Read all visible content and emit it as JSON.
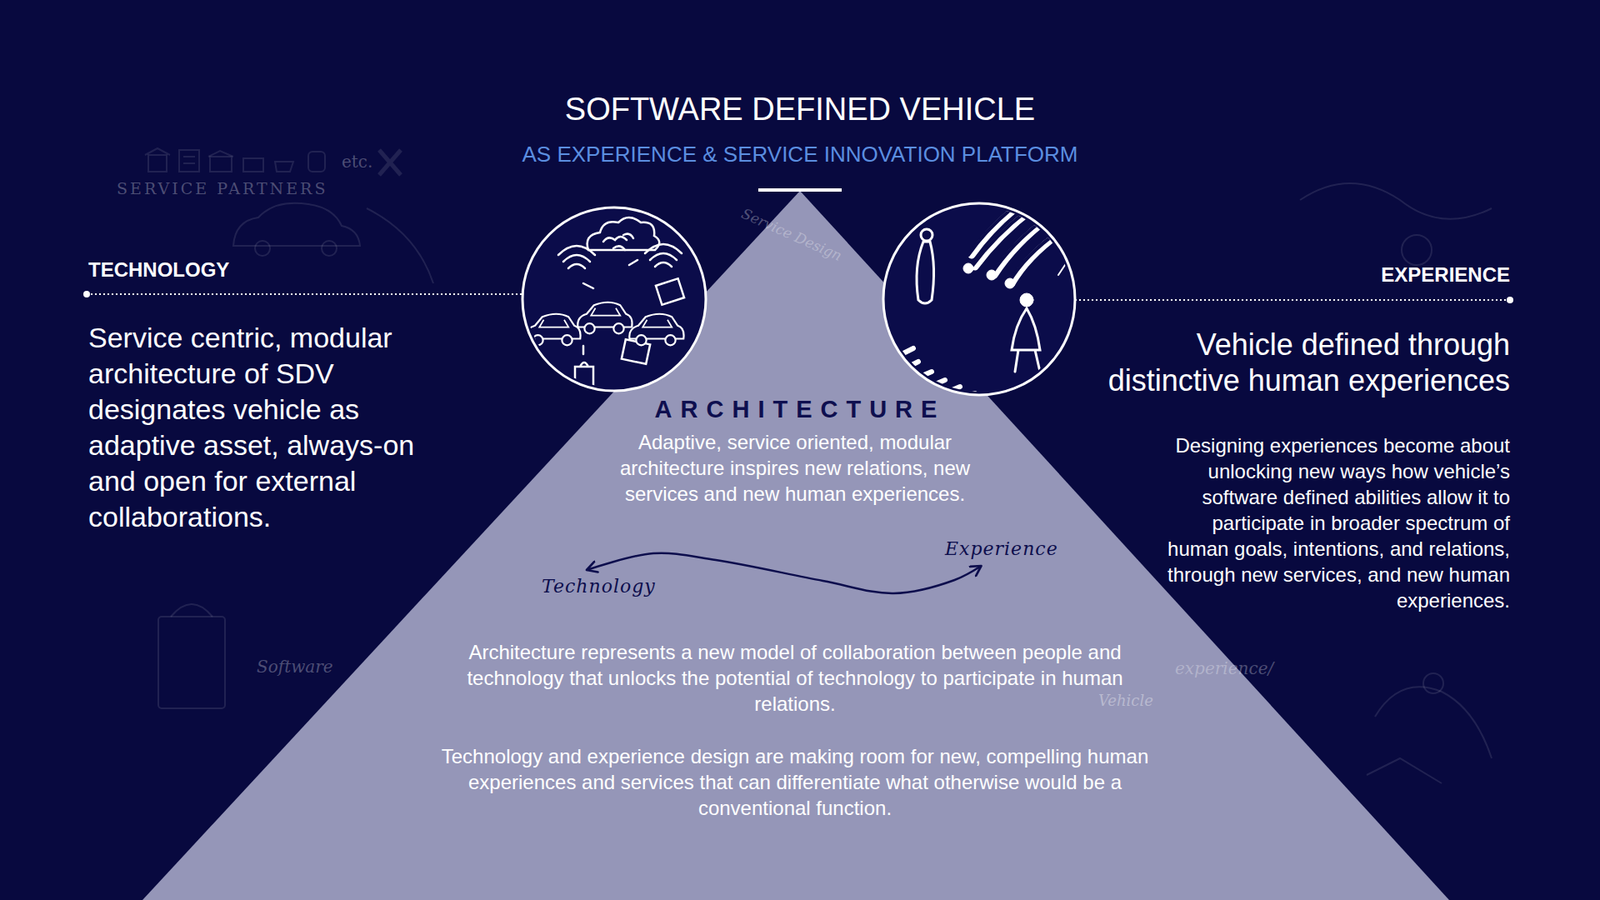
{
  "diagram": {
    "title": "SOFTWARE DEFINED VEHICLE",
    "nodes": [
      {
        "text": [
          "ARCHITECTURE",
          "Adaptive, service oriented, modular architecture inspires new relations, new services and new human experiences.",
          "Architecture represents a new model of collaboration between people and technology that unlocks the potential of technology to participate in human relations.",
          "Technology and experience design are making room for new, compelling human experiences and services that can differentiate what otherwise would be a conventional function."
        ]
      },
      {
        "text": [
          "Technology"
        ],
        "in": 0
      },
      {
        "text": [
          "Experience"
        ],
        "in": 0
      }
    ],
    "edges": [
      {
        "from": 1,
        "to": 2,
        "arrow": "both"
      }
    ],
    "labels": [
      "AS EXPERIENCE & SERVICE INNOVATION PLATFORM",
      "TECHNOLOGY",
      "Service centric, modular architecture of SDV designates vehicle as adaptive asset, always-on and open for external collaborations.",
      "EXPERIENCE",
      "Vehicle defined through distinctive human experiences",
      "Designing experiences become about unlocking new ways how vehicle’s software defined abilities allow it to participate in broader spectrum of human goals, intentions, and relations, through new services, and new human experiences.",
      "SERVICE PARTNERS",
      "etc.",
      "Service Design",
      "Software",
      "experience/",
      "Vehicle"
    ]
  }
}
